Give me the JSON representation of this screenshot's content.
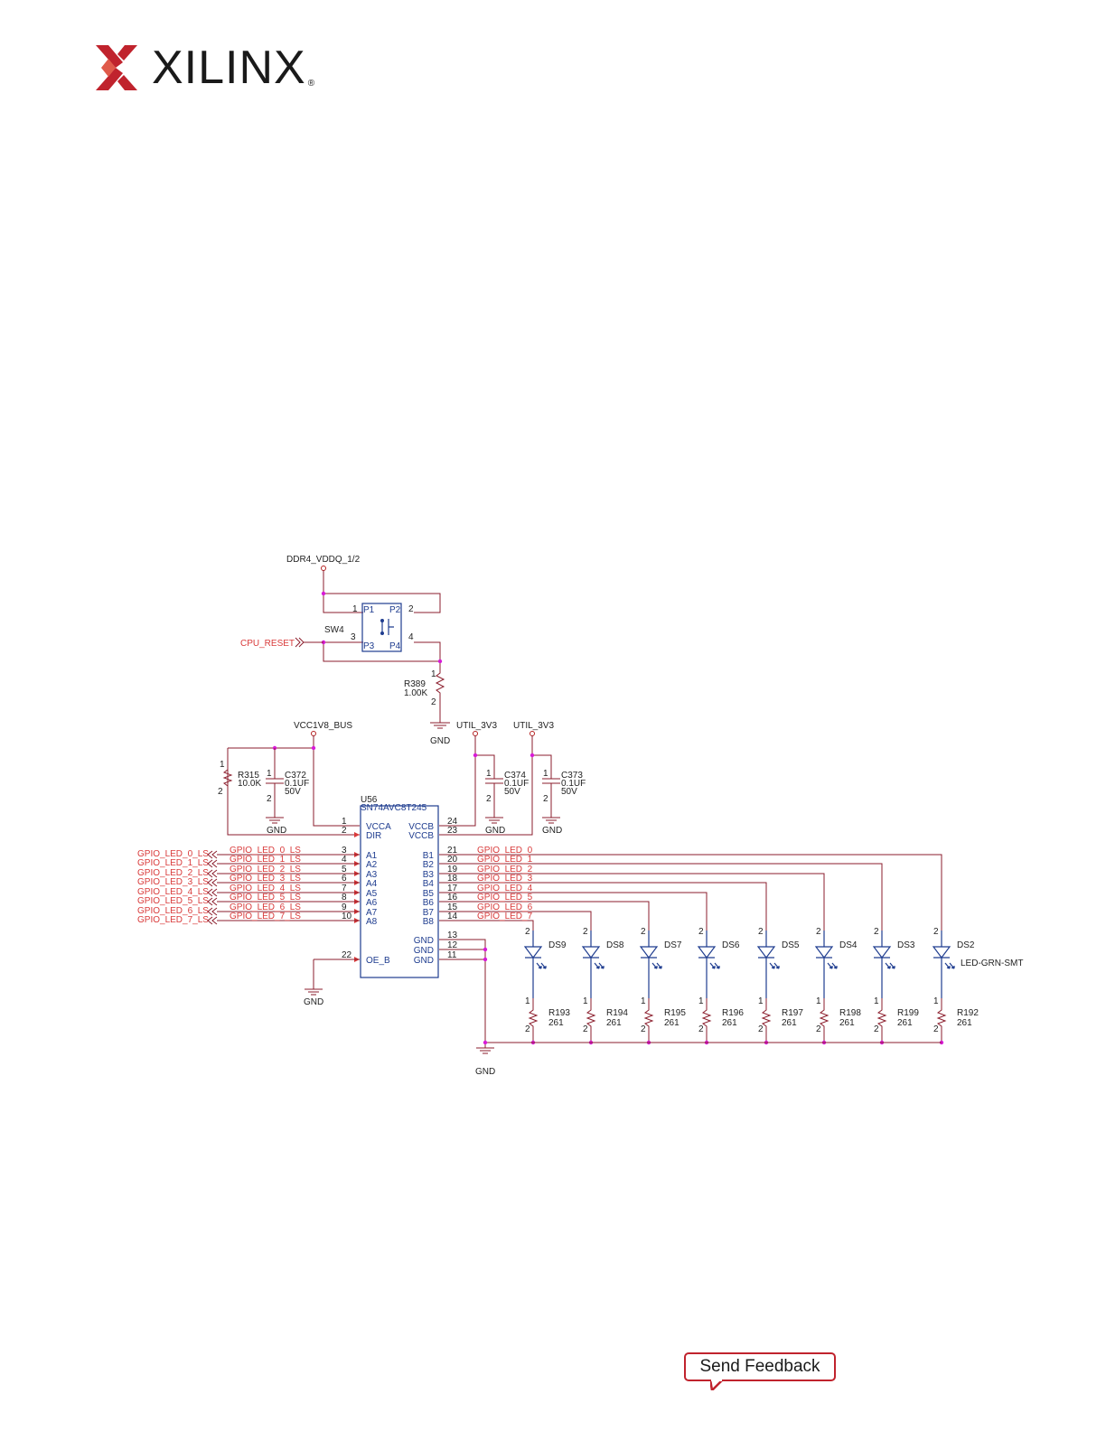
{
  "header": {
    "logo_text": "XILINX",
    "logo_mark": "xilinx-logo-mark",
    "registered": "®"
  },
  "schematic": {
    "nets": {
      "ddr4_vddq": "DDR4_VDDQ_1/2",
      "cpu_reset": "CPU_RESET",
      "vcc1v8_bus": "VCC1V8_BUS",
      "util_3v3_a": "UTIL_3V3",
      "util_3v3_b": "UTIL_3V3",
      "gnd": "GND"
    },
    "sw4": {
      "ref": "SW4",
      "p1": "P1",
      "p2": "P2",
      "p3": "P3",
      "p4": "P4",
      "n1": "1",
      "n2": "2",
      "n3": "3",
      "n4": "4"
    },
    "r389": {
      "ref": "R389",
      "value": "1.00K"
    },
    "r315": {
      "ref": "R315",
      "value": "10.0K"
    },
    "c372": {
      "ref": "C372",
      "value": "0.1UF",
      "voltage": "50V"
    },
    "c374": {
      "ref": "C374",
      "value": "0.1UF",
      "voltage": "50V"
    },
    "c373": {
      "ref": "C373",
      "value": "0.1UF",
      "voltage": "50V"
    },
    "u56": {
      "ref": "U56",
      "part": "SN74AVC8T245",
      "left_pins": [
        {
          "name": "VCCA",
          "num": "1"
        },
        {
          "name": "DIR",
          "num": "2"
        },
        {
          "name": "A1",
          "num": "3"
        },
        {
          "name": "A2",
          "num": "4"
        },
        {
          "name": "A3",
          "num": "5"
        },
        {
          "name": "A4",
          "num": "6"
        },
        {
          "name": "A5",
          "num": "7"
        },
        {
          "name": "A6",
          "num": "8"
        },
        {
          "name": "A7",
          "num": "9"
        },
        {
          "name": "A8",
          "num": "10"
        },
        {
          "name": "OE_B",
          "num": "22"
        }
      ],
      "right_pins": [
        {
          "name": "VCCB",
          "num": "24"
        },
        {
          "name": "VCCB",
          "num": "23"
        },
        {
          "name": "B1",
          "num": "21"
        },
        {
          "name": "B2",
          "num": "20"
        },
        {
          "name": "B3",
          "num": "19"
        },
        {
          "name": "B4",
          "num": "18"
        },
        {
          "name": "B5",
          "num": "17"
        },
        {
          "name": "B6",
          "num": "16"
        },
        {
          "name": "B7",
          "num": "15"
        },
        {
          "name": "B8",
          "num": "14"
        },
        {
          "name": "GND",
          "num": "13"
        },
        {
          "name": "GND",
          "num": "12"
        },
        {
          "name": "GND",
          "num": "11"
        }
      ]
    },
    "input_nets": [
      "GPIO_LED_0_LS",
      "GPIO_LED_1_LS",
      "GPIO_LED_2_LS",
      "GPIO_LED_3_LS",
      "GPIO_LED_4_LS",
      "GPIO_LED_5_LS",
      "GPIO_LED_6_LS",
      "GPIO_LED_7_LS"
    ],
    "output_nets": [
      "GPIO_LED_0",
      "GPIO_LED_1",
      "GPIO_LED_2",
      "GPIO_LED_3",
      "GPIO_LED_4",
      "GPIO_LED_5",
      "GPIO_LED_6",
      "GPIO_LED_7"
    ],
    "leds": [
      "DS9",
      "DS8",
      "DS7",
      "DS6",
      "DS5",
      "DS4",
      "DS3",
      "DS2"
    ],
    "led_part": "LED-GRN-SMT",
    "led_resistors": [
      "R193",
      "R194",
      "R195",
      "R196",
      "R197",
      "R198",
      "R199",
      "R192"
    ],
    "led_resistor_value": "261",
    "pin_one": "1",
    "pin_two": "2"
  },
  "footer": {
    "feedback_label": "Send Feedback"
  },
  "colors": {
    "brand_red": "#c0232d",
    "wire": "#8b1d2c",
    "symbol": "#1e3c8f",
    "net_label": "#d93a3a",
    "junction": "#d81bd8"
  }
}
